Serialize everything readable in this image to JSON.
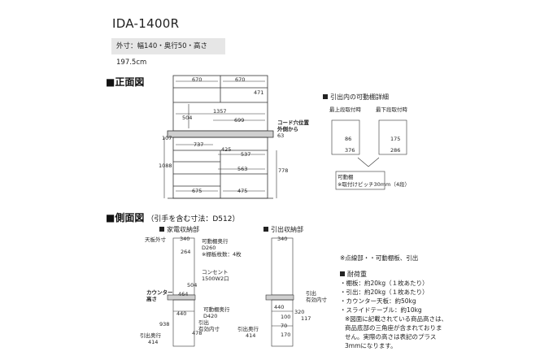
{
  "title": "IDA-1400R",
  "spec": "外寸：幅140・奥行50・高さ197.5cm",
  "sections": {
    "front": "■正面図",
    "side": "■側面図",
    "side_sub": "（引手を含む寸法：D512）"
  },
  "drawer_detail": {
    "heading": "引出内の可動棚詳細",
    "top_label": "最上段取付時",
    "bottom_label": "最下段取付時",
    "movable_shelf": "可動棚",
    "pitch_note": "※取付けピッチ30mm（4段）",
    "dims": [
      "86",
      "376",
      "175",
      "286"
    ]
  },
  "front_dims": {
    "top_w1": "670",
    "top_w2": "670",
    "top_h": "471",
    "mid_w": "1357",
    "h504": "504",
    "w699": "699",
    "cord_label": "コード穴位置",
    "cord_sub": "外側から",
    "cord_val": "63",
    "h107": "107",
    "w737": "737",
    "h425": "425",
    "w537": "537",
    "total_h": "1088",
    "w563": "563",
    "h778": "778",
    "w675": "675",
    "w475": "475"
  },
  "side_home": {
    "heading": "家電収納部",
    "top_outer": "天板外寸",
    "w340": "340",
    "movable_shelf": "可動棚奥行",
    "d260": "D260",
    "shelf_count": "※棚板枚数：4枚",
    "h264": "264",
    "outlet": "コンセント",
    "outlet_spec": "1500W2口",
    "counter": "カウンター",
    "counter_h": "高さ",
    "h504": "504",
    "d464": "464",
    "w440": "440",
    "shelf2": "可動棚奥行",
    "d420": "D420",
    "drawer_d": "引出",
    "eff": "有効内寸",
    "h938": "938",
    "h478": "478",
    "drawer_depth": "引出奥行",
    "d414": "414"
  },
  "side_drawer": {
    "heading": "引出収納部",
    "w340": "340",
    "drawer": "引出",
    "eff": "有効内寸",
    "w440": "440",
    "h320": "320",
    "h117": "117",
    "h100": "100",
    "h70": "70",
    "h170": "170",
    "drawer_depth": "引出奥行",
    "d414": "414"
  },
  "notes": {
    "dot_note": "※点線部・・可動棚板、引出",
    "load_head": "耐荷重",
    "loads": [
      "・棚板：約20kg（１枚あたり）",
      "・引出：約20kg（１枚あたり）",
      "・カウンター天板：約50kg",
      "・スライドテーブル：約10kg"
    ],
    "disclaimer": [
      "※図面に記載されている商品高さは、",
      "商品底部の三角座が含まれておりま",
      "せん。実際の高さは表記のプラス",
      "3mmになります。"
    ]
  }
}
